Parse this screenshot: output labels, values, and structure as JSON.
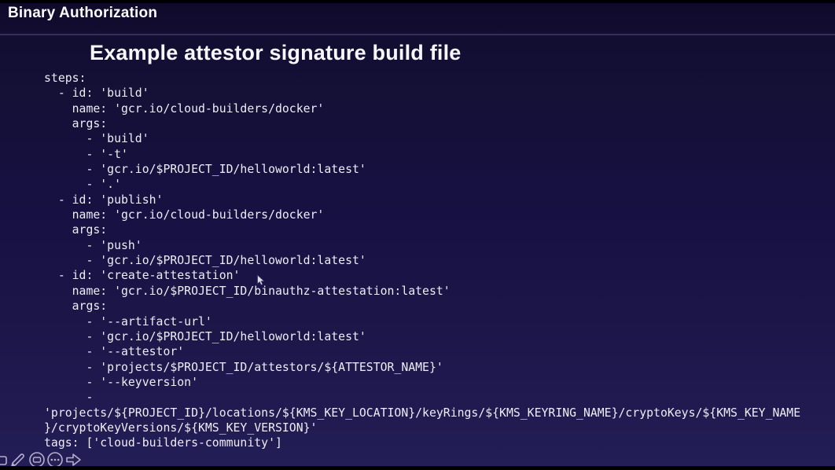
{
  "header": {
    "title": "Binary Authorization"
  },
  "slide": {
    "heading": "Example attestor signature build file",
    "code": "steps:\n  - id: 'build'\n    name: 'gcr.io/cloud-builders/docker'\n    args:\n      - 'build'\n      - '-t'\n      - 'gcr.io/$PROJECT_ID/helloworld:latest'\n      - '.'\n  - id: 'publish'\n    name: 'gcr.io/cloud-builders/docker'\n    args:\n      - 'push'\n      - 'gcr.io/$PROJECT_ID/helloworld:latest'\n  - id: 'create-attestation'\n    name: 'gcr.io/$PROJECT_ID/binauthz-attestation:latest'\n    args:\n      - '--artifact-url'\n      - 'gcr.io/$PROJECT_ID/helloworld:latest'\n      - '--attestor'\n      - 'projects/$PROJECT_ID/attestors/${ATTESTOR_NAME}'\n      - '--keyversion'\n      -\n'projects/${PROJECT_ID}/locations/${KMS_KEY_LOCATION}/keyRings/${KMS_KEYRING_NAME}/cryptoKeys/${KMS_KEY_NAME\n}/cryptoKeyVersions/${KMS_KEY_VERSION}'\ntags: ['cloud-builders-community']"
  },
  "toolbar": {
    "icons": [
      "rectangle-tool",
      "pencil-tool",
      "slides-tool",
      "more-options",
      "forward-arrow"
    ]
  },
  "colors": {
    "background_top": "#120d31",
    "background_bottom": "#241e58",
    "letterbox": "#000000",
    "divider": "#39345f",
    "text": "#eeedf6",
    "icon_outline": "#b3aecd"
  }
}
